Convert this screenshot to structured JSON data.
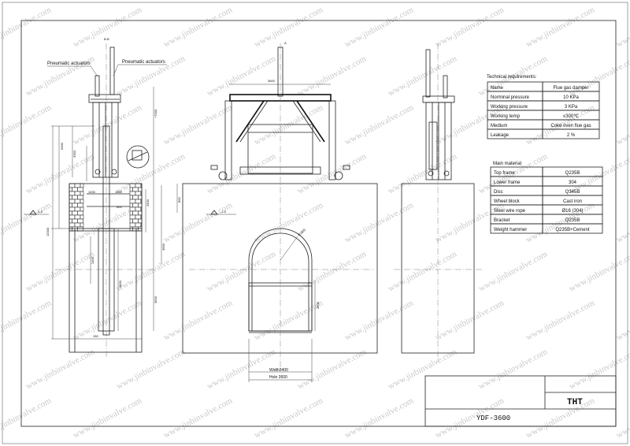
{
  "labels": {
    "pneumatic_1": "Pneumatic actuators",
    "pneumatic_2": "Pneumatic actuators",
    "section_top": "B-B",
    "section_marker": "A",
    "ground_level_left": "-1.5",
    "ground_level_mid": "-1.5",
    "width_label": "Width3400",
    "hole_label": "Hole 3600",
    "radius_label": "R1800"
  },
  "dimensions": {
    "top_width": "3600",
    "d_6000": "6000",
    "d_3350": "3350",
    "d_1200": "1200",
    "d_1800a": "1800",
    "d_2500": "2500",
    "d_7000": "+7000",
    "d_12000": "12000",
    "d_600": "600",
    "d_3600v": "3600",
    "d_3600c": "3600",
    "d_4800": "4800",
    "d_2400": "2400",
    "d_150": "150",
    "d_800": "800",
    "d_3600r": "3600"
  },
  "tech": {
    "title": "Technical requirements:",
    "rows": [
      {
        "k": "Name",
        "v": "Flue gas damper"
      },
      {
        "k": "Norminal pressure",
        "v": "10 KPa"
      },
      {
        "k": "Working pressure",
        "v": "3 KPa"
      },
      {
        "k": "Working temp",
        "v": "≤300℃"
      },
      {
        "k": "Medium",
        "v": "Coke oven flue gas"
      },
      {
        "k": "Leakage",
        "v": "2 %"
      }
    ]
  },
  "material": {
    "title": "Main material",
    "rows": [
      {
        "k": "Top frame",
        "v": "Q235B"
      },
      {
        "k": "Lower frame",
        "v": "304"
      },
      {
        "k": "Disc",
        "v": "Q345B"
      },
      {
        "k": "Wheel block",
        "v": "Cast iron"
      },
      {
        "k": "Steel wire rope",
        "v": "Ø16 (304)"
      },
      {
        "k": "Bracket",
        "v": "Q235B"
      },
      {
        "k": "Weight hammer",
        "v": "Q235B+Cement"
      }
    ]
  },
  "titleblock": {
    "logo": "THT",
    "model": "YDF-3600"
  },
  "watermark": "www.jinbinvalve.com",
  "colors": {
    "line": "#222222",
    "watermark": "#c9c9c9",
    "paper": "#ffffff"
  }
}
